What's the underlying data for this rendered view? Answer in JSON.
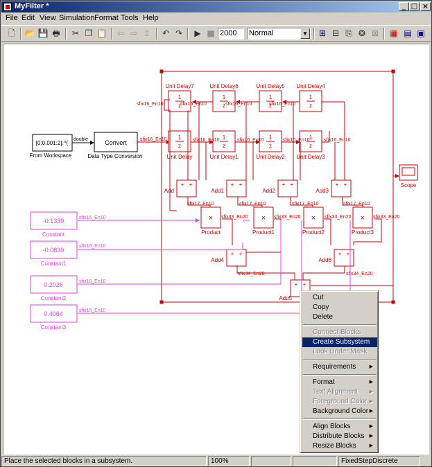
{
  "window": {
    "title": "MyFilter *"
  },
  "menubar": [
    "File",
    "Edit",
    "View",
    "Simulation",
    "Format",
    "Tools",
    "Help"
  ],
  "toolbar": {
    "stop_time": "2000",
    "sim_mode": "Normal"
  },
  "diagram": {
    "from_workspace": {
      "value": "[0:0.001:2].^(",
      "label": "From Workspace"
    },
    "convert": {
      "text": "Convert",
      "label": "Data Type Conversion"
    },
    "double_label": "double",
    "signal_in": "sfix16_En10",
    "unit_delay_labels": [
      "Unit Delay7",
      "Unit Delay6",
      "Unit Delay5",
      "Unit Delay4",
      "Unit Delay",
      "Unit Delay1",
      "Unit Delay2",
      "Unit Delay3"
    ],
    "delay_num": "1",
    "delay_den": "z",
    "add_labels": [
      "Add",
      "Add1",
      "Add2",
      "Add3",
      "Add4",
      "Add6",
      "Add5"
    ],
    "product_labels": [
      "Product",
      "Product1",
      "Product2",
      "Product3"
    ],
    "constants": [
      {
        "value": "-0.1339",
        "label": "Constant"
      },
      {
        "value": "-0.0839",
        "label": "Constant1"
      },
      {
        "value": "0.2026",
        "label": "Constant2"
      },
      {
        "value": "0.4064",
        "label": "Constant3"
      }
    ],
    "scope_label": "Scope",
    "sig_16": "sfix16_En10",
    "sig_17": "sfix17_En10",
    "sig_33": "sfix33_En20",
    "sig_34": "sfix34_En20",
    "mult": "×",
    "plus": "+"
  },
  "context_menu": {
    "items": [
      "Cut",
      "Copy",
      "Delete",
      "Connect Blocks",
      "Create Subsystem",
      "Look Under Mask",
      "Requirements",
      "Format",
      "Text Alignment",
      "Foreground Color",
      "Background Color",
      "Align Blocks",
      "Distribute Blocks",
      "Resize Blocks"
    ]
  },
  "statusbar": {
    "message": "Place the selected blocks in a subsystem.",
    "zoom": "100%",
    "solver": "FixedStepDiscrete"
  },
  "colors": {
    "selected": "#cc0000",
    "constant": "#e040e0",
    "menu_highlight": "#0a246a"
  }
}
